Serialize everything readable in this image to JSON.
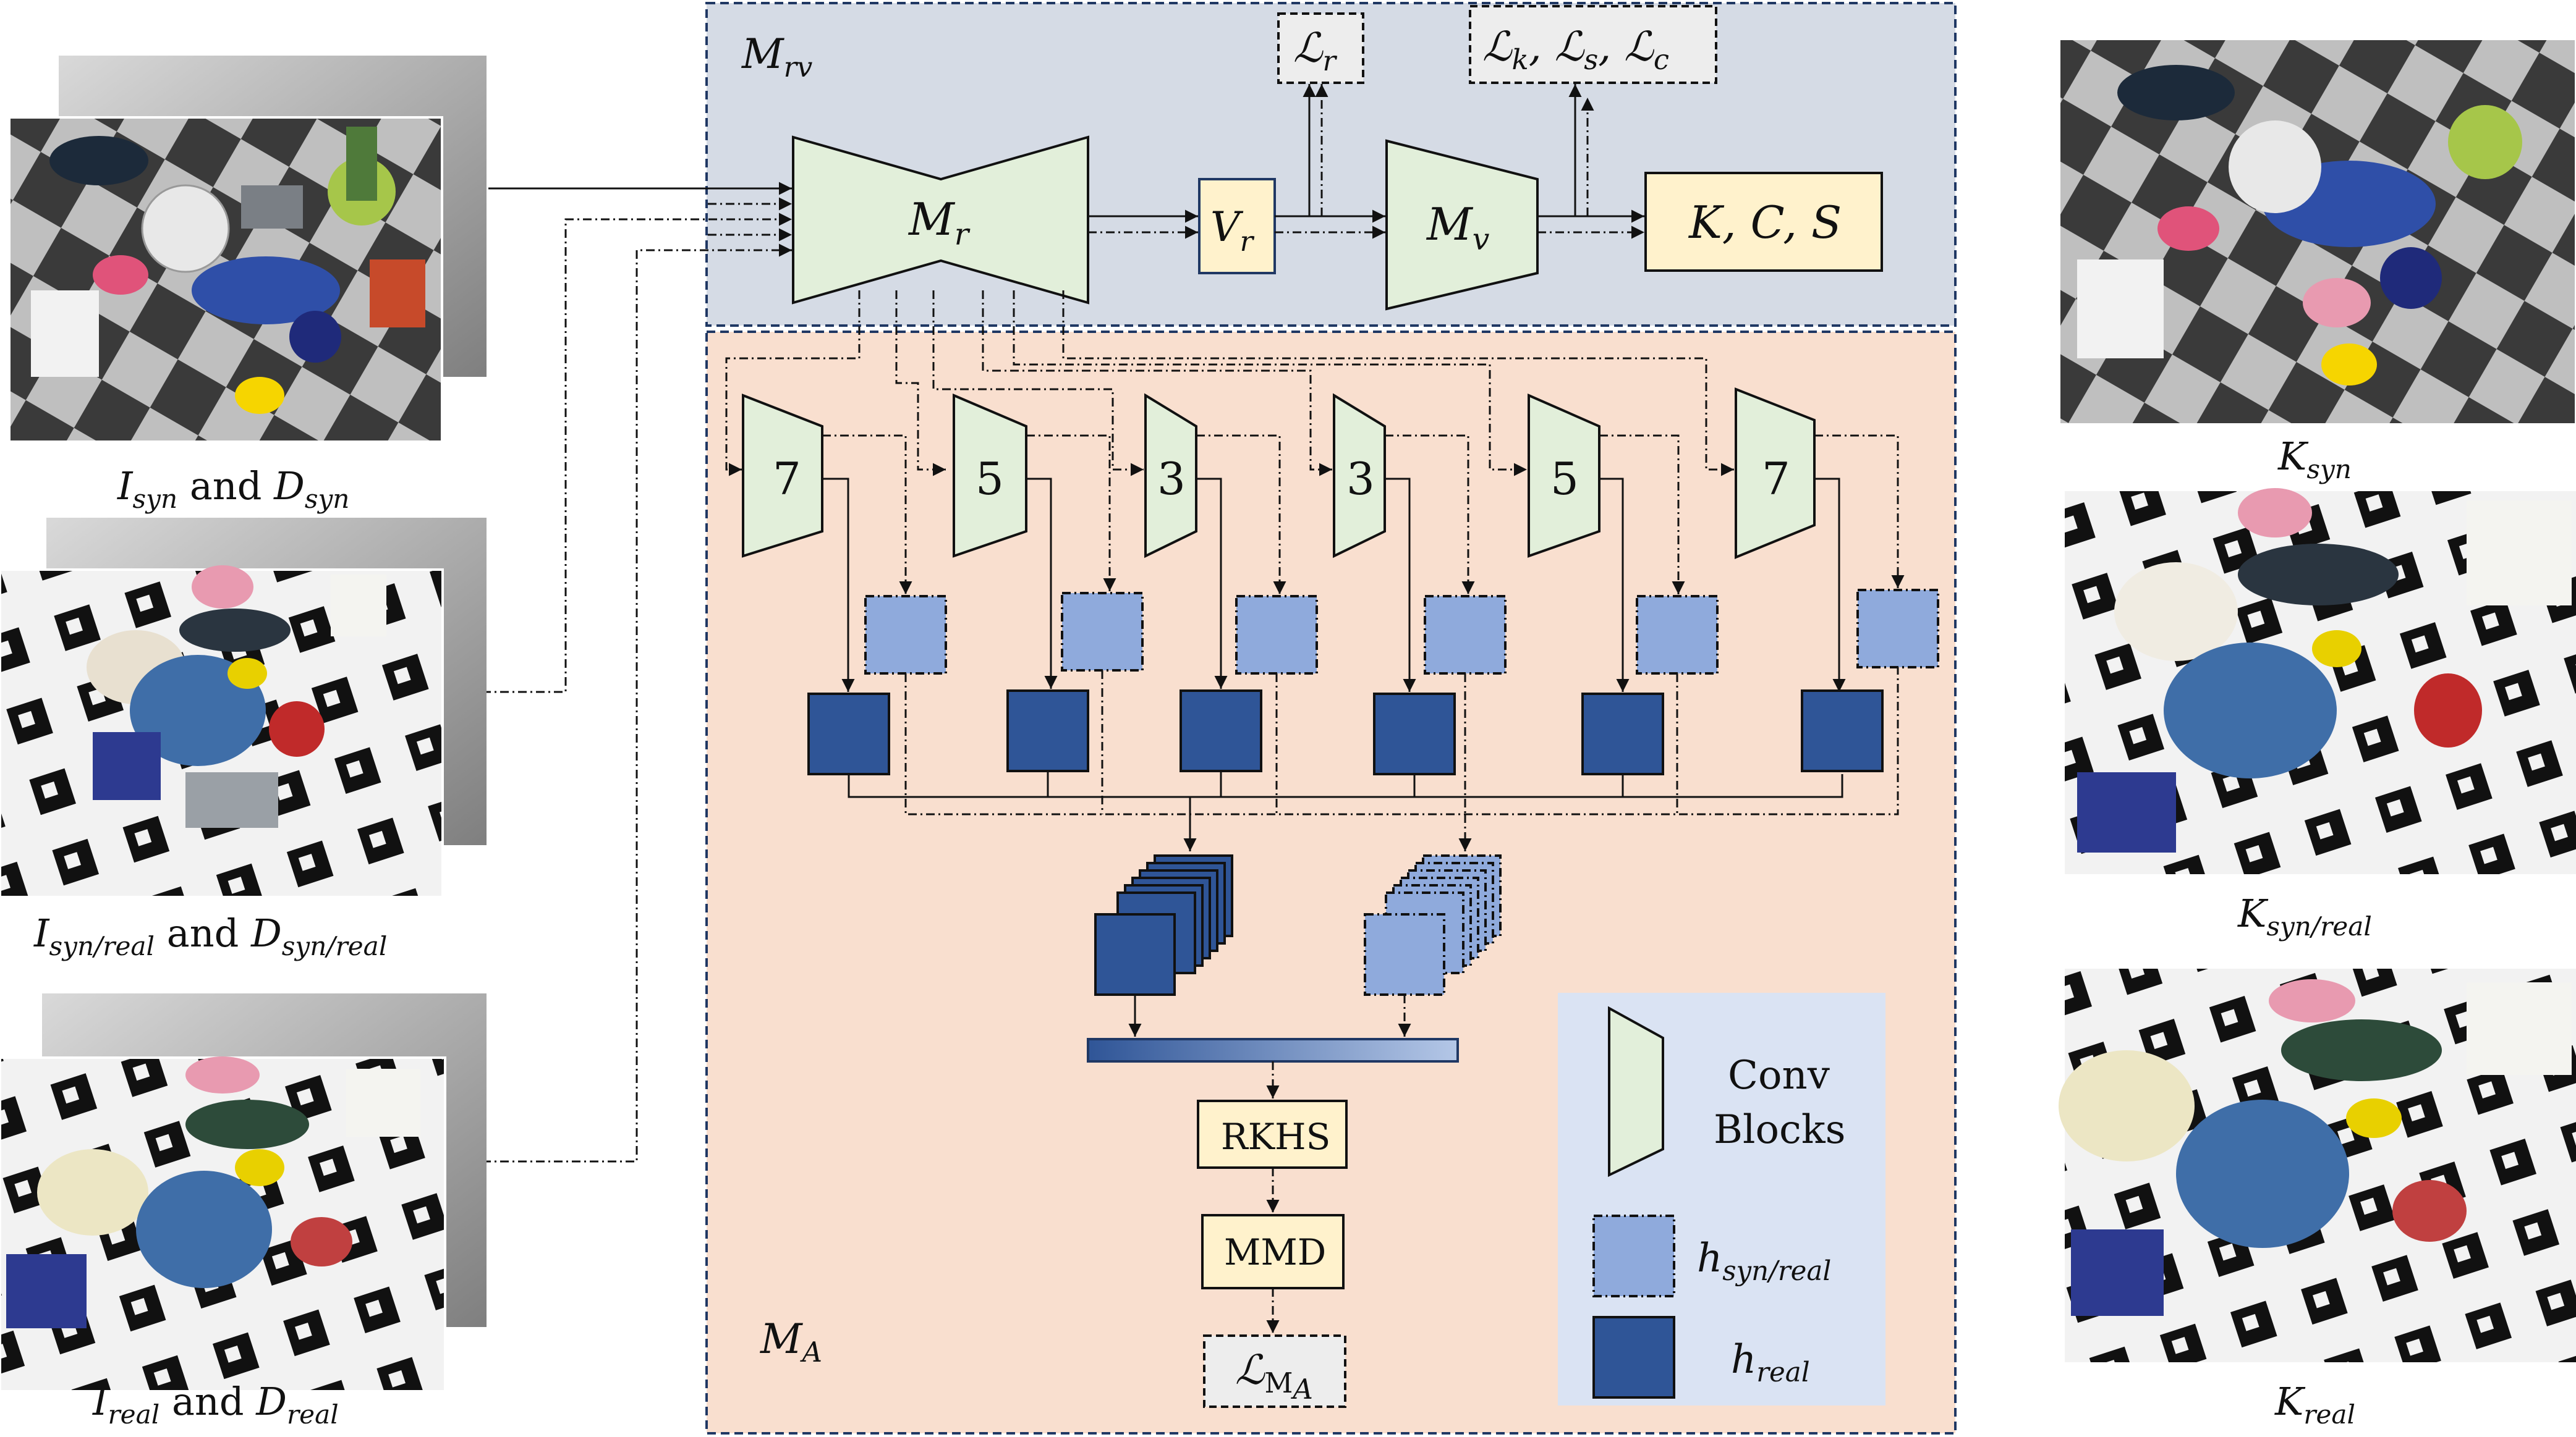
{
  "labels": {
    "mrv": "M",
    "mrv_sub": "rv",
    "ma": "M",
    "ma_sub": "A",
    "mr": "M",
    "mr_sub": "r",
    "vr": "V",
    "vr_sub": "r",
    "mv": "M",
    "mv_sub": "v",
    "kcs": "K, C, S",
    "loss_r": "ℒ",
    "loss_r_sub": "r",
    "loss_ksc": "ℒ",
    "loss_ksc_k": "k",
    "loss_ksc_s": "s",
    "loss_ksc_c": "c",
    "loss_ma": "ℒ",
    "loss_ma_sub": "M",
    "loss_ma_sub2": "A",
    "rkhs": "RKHS",
    "mmd": "MMD"
  },
  "conv_blocks": [
    "7",
    "5",
    "3",
    "3",
    "5",
    "7"
  ],
  "inputs": [
    {
      "i": "I",
      "i_sub": "syn",
      "and": "and",
      "d": "D",
      "d_sub": "syn"
    },
    {
      "i": "I",
      "i_sub": "syn/real",
      "and": "and",
      "d": "D",
      "d_sub": "syn/real"
    },
    {
      "i": "I",
      "i_sub": "real",
      "and": "and",
      "d": "D",
      "d_sub": "real"
    }
  ],
  "outputs": [
    {
      "k": "K",
      "k_sub": "syn"
    },
    {
      "k": "K",
      "k_sub": "syn/real"
    },
    {
      "k": "K",
      "k_sub": "real"
    }
  ],
  "legend": {
    "conv_line1": "Conv",
    "conv_line2": "Blocks",
    "hsr": "h",
    "hsr_sub": "syn/real",
    "hr": "h",
    "hr_sub": "real"
  },
  "colors": {
    "top_panel": "#d5dbe5",
    "bottom_panel": "#f9dfcf",
    "conv_fill": "#e2efda",
    "yellow_fill": "#fff2cc",
    "h_real": "#2f5597",
    "h_synreal": "#8faadc",
    "legend_bg": "#dae3f3",
    "loss_fill": "#ededed"
  }
}
